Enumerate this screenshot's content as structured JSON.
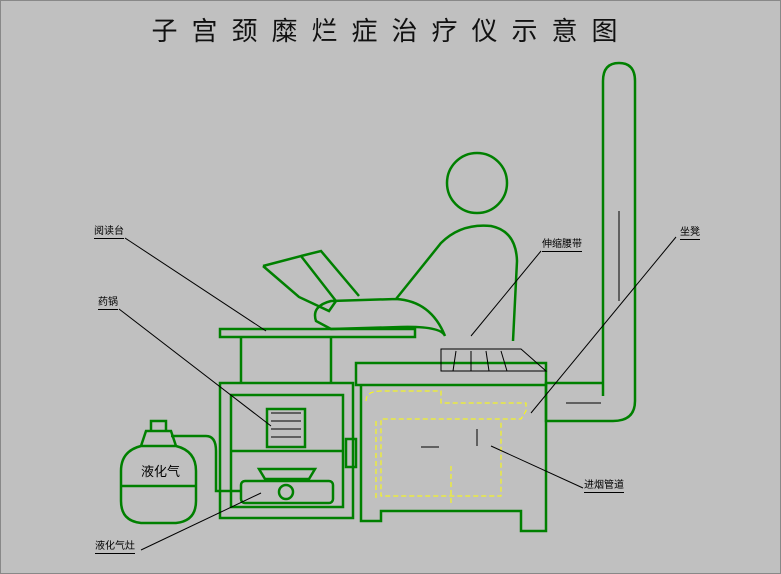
{
  "title": "子宫颈糜烂症治疗仪示意图",
  "labels": {
    "reading_table": "阅读台",
    "medicine_pot": "药锅",
    "lpg_tank": "液化气",
    "lpg_stove": "液化气灶",
    "belt": "伸缩腰带",
    "stool": "坐凳",
    "smoke_pipe": "进烟管道"
  },
  "colors": {
    "background": "#c0c0c0",
    "outline": "#008000",
    "dashed": "#ffff00",
    "leader": "#000000"
  }
}
